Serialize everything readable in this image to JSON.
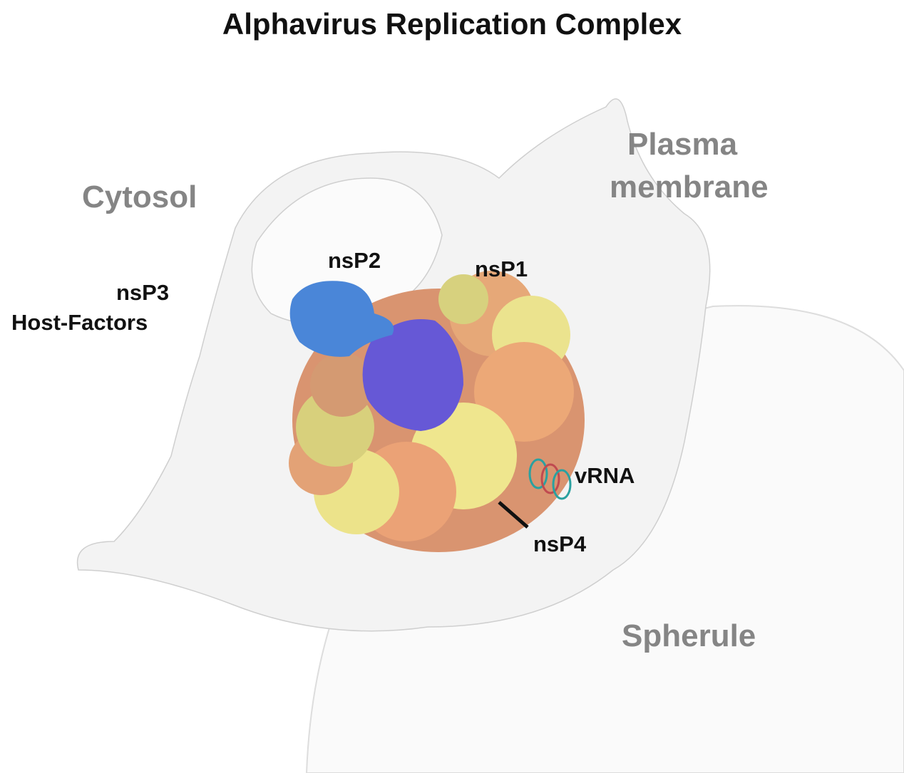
{
  "title": "Alphavirus Replication Complex",
  "regions": {
    "cytosol": "Cytosol",
    "plasma_membrane_line1": "Plasma",
    "plasma_membrane_line2": "membrane",
    "spherule": "Spherule"
  },
  "labels": {
    "nsp2": "nsP2",
    "nsp1": "nsP1",
    "nsp3_line1": "nsP3",
    "nsp3_line2": "Host-Factors",
    "vrna": "vRNA",
    "nsp4": "nsP4"
  },
  "colors": {
    "nsp2": "#4a86d8",
    "nsp4": "#6a5ad8",
    "nsp1_orange": "#e8a070",
    "nsp1_yellow": "#e6e08a",
    "membrane": "#f4f4f4"
  }
}
